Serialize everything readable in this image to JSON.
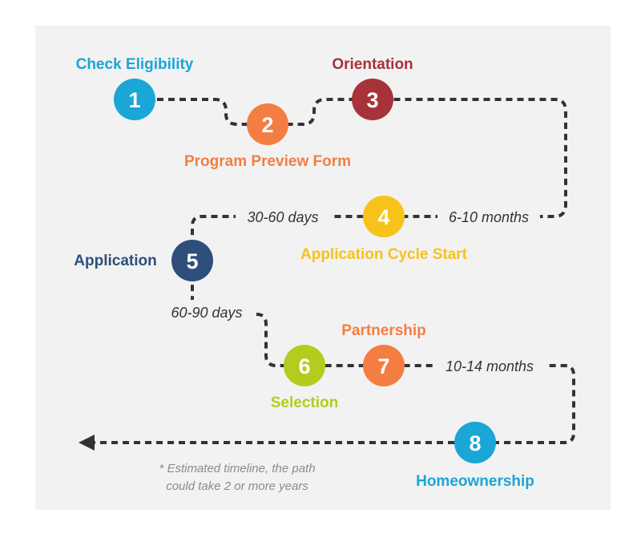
{
  "steps": [
    {
      "number": "1",
      "label": "Check Eligibility",
      "color": "#1aa6d6"
    },
    {
      "number": "2",
      "label": "Program Preview Form",
      "color": "#f47e42"
    },
    {
      "number": "3",
      "label": "Orientation",
      "color": "#a8323a"
    },
    {
      "number": "4",
      "label": "Application Cycle Start",
      "color": "#f7c21a"
    },
    {
      "number": "5",
      "label": "Application",
      "color": "#2e4f7c"
    },
    {
      "number": "6",
      "label": "Selection",
      "color": "#b3cc1e"
    },
    {
      "number": "7",
      "label": "Partnership",
      "color": "#f47e42"
    },
    {
      "number": "8",
      "label": "Homeownership",
      "color": "#1aa6d6"
    }
  ],
  "durations": [
    "6-10 months",
    "30-60 days",
    "60-90 days",
    "10-14 months"
  ],
  "footnote": {
    "line1": "* Estimated timeline, the path",
    "line2": "could take 2 or more years"
  },
  "icons": {
    "end_arrow": "arrow-left-icon"
  },
  "path_color": "#333333",
  "panel_color": "#f2f2f2"
}
